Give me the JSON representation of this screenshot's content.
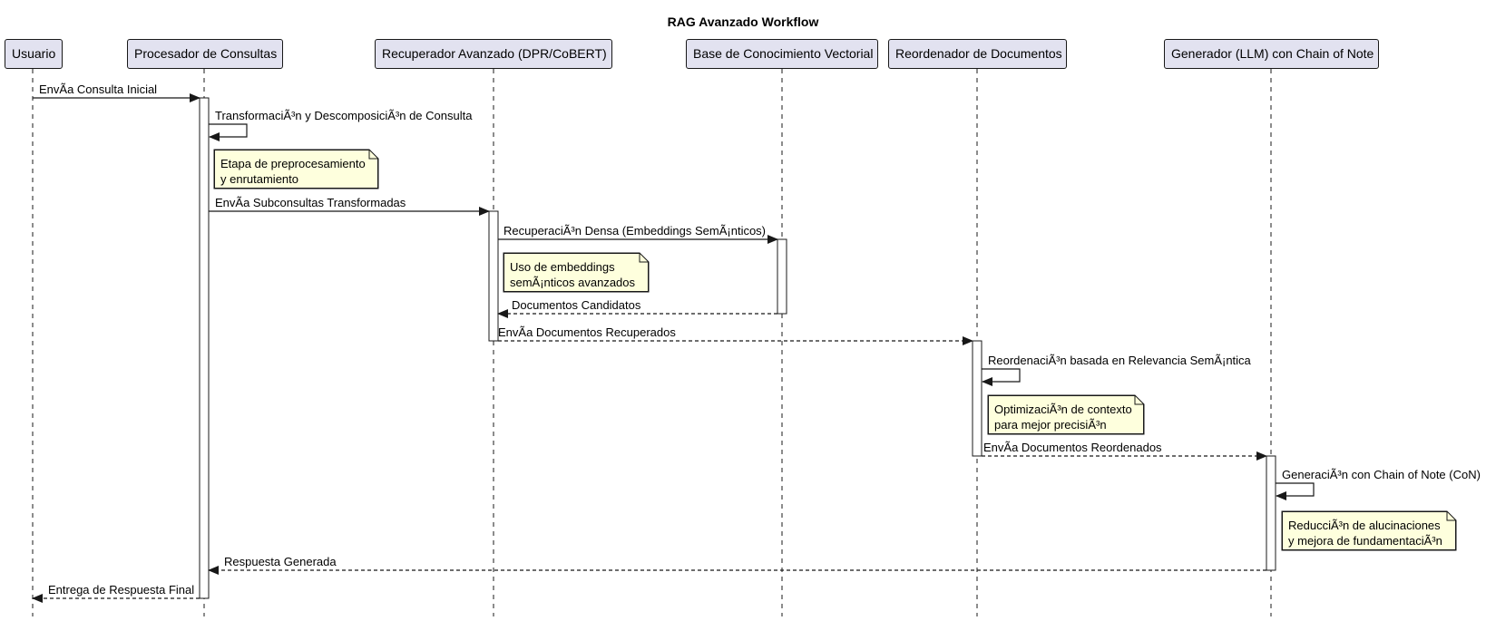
{
  "title": "RAG Avanzado Workflow",
  "participants": [
    {
      "id": "usuario",
      "label": "Usuario"
    },
    {
      "id": "procesador",
      "label": "Procesador de Consultas"
    },
    {
      "id": "recuperador",
      "label": "Recuperador Avanzado (DPR/CoBERT)"
    },
    {
      "id": "base",
      "label": "Base de Conocimiento Vectorial"
    },
    {
      "id": "reordenador",
      "label": "Reordenador de Documentos"
    },
    {
      "id": "generador",
      "label": "Generador (LLM) con Chain of Note"
    }
  ],
  "messages": [
    {
      "from": "usuario",
      "to": "procesador",
      "label": "EnvÃ­a Consulta Inicial",
      "dashed": false
    },
    {
      "from": "procesador",
      "to": "procesador",
      "label": "TransformaciÃ³n y DescomposiciÃ³n de Consulta",
      "dashed": false
    },
    {
      "from": "procesador",
      "to": "recuperador",
      "label": "EnvÃ­a Subconsultas Transformadas",
      "dashed": false
    },
    {
      "from": "recuperador",
      "to": "base",
      "label": "RecuperaciÃ³n Densa (Embeddings SemÃ¡nticos)",
      "dashed": false
    },
    {
      "from": "base",
      "to": "recuperador",
      "label": "Documentos Candidatos",
      "dashed": true
    },
    {
      "from": "recuperador",
      "to": "reordenador",
      "label": "EnvÃ­a Documentos Recuperados",
      "dashed": true
    },
    {
      "from": "reordenador",
      "to": "reordenador",
      "label": "ReordenaciÃ³n basada en Relevancia SemÃ¡ntica",
      "dashed": false
    },
    {
      "from": "reordenador",
      "to": "generador",
      "label": "EnvÃ­a Documentos Reordenados",
      "dashed": true
    },
    {
      "from": "generador",
      "to": "generador",
      "label": "GeneraciÃ³n con Chain of Note (CoN)",
      "dashed": false
    },
    {
      "from": "generador",
      "to": "procesador",
      "label": "Respuesta Generada",
      "dashed": true
    },
    {
      "from": "procesador",
      "to": "usuario",
      "label": "Entrega de Respuesta Final",
      "dashed": true
    }
  ],
  "notes": [
    {
      "over": "procesador",
      "lines": [
        "Etapa de preprocesamiento",
        "y enrutamiento"
      ]
    },
    {
      "over": "recuperador",
      "lines": [
        "Uso de embeddings",
        "semÃ¡nticos avanzados"
      ]
    },
    {
      "over": "reordenador",
      "lines": [
        "OptimizaciÃ³n de contexto",
        "para mejor precisiÃ³n"
      ]
    },
    {
      "over": "generador",
      "lines": [
        "ReducciÃ³n de alucinaciones",
        "y mejora de fundamentaciÃ³n"
      ]
    }
  ],
  "colors": {
    "participant_fill": "#E2E2F0",
    "note_fill": "#FEFFDD",
    "line": "#181818"
  }
}
